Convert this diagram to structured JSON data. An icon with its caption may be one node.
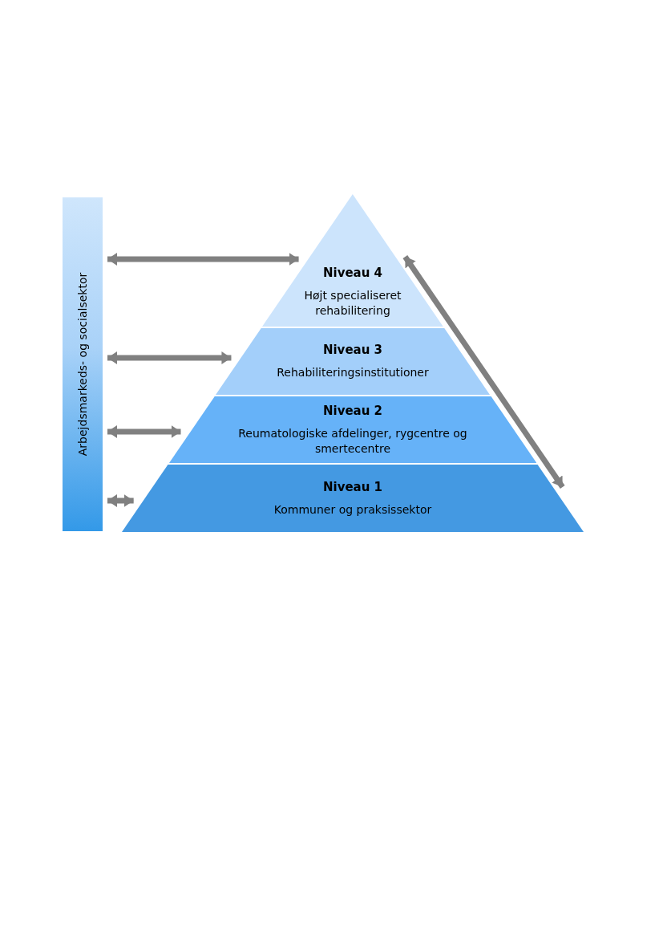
{
  "diagram": {
    "nodes": [
      {
        "text": [
          "Arbejdsmarkeds- og socialsektor"
        ]
      },
      {
        "text": [
          "Niveau 4",
          "Højt specialiseret rehabilitering"
        ]
      },
      {
        "text": [
          "Niveau 3",
          "Rehabiliteringsinstitutioner"
        ]
      },
      {
        "text": [
          "Niveau 2",
          "Reumatologiske afdelinger, rygcentre og smertecentre"
        ]
      },
      {
        "text": [
          "Niveau 1",
          "Kommuner og praksissektor"
        ]
      }
    ],
    "edges": [
      {
        "from": 0,
        "to": 1,
        "arrow": "both"
      },
      {
        "from": 0,
        "to": 2,
        "arrow": "both"
      },
      {
        "from": 0,
        "to": 3,
        "arrow": "both"
      },
      {
        "from": 0,
        "to": 4,
        "arrow": "both"
      },
      {
        "from": 1,
        "to": 4,
        "arrow": "both"
      }
    ]
  }
}
